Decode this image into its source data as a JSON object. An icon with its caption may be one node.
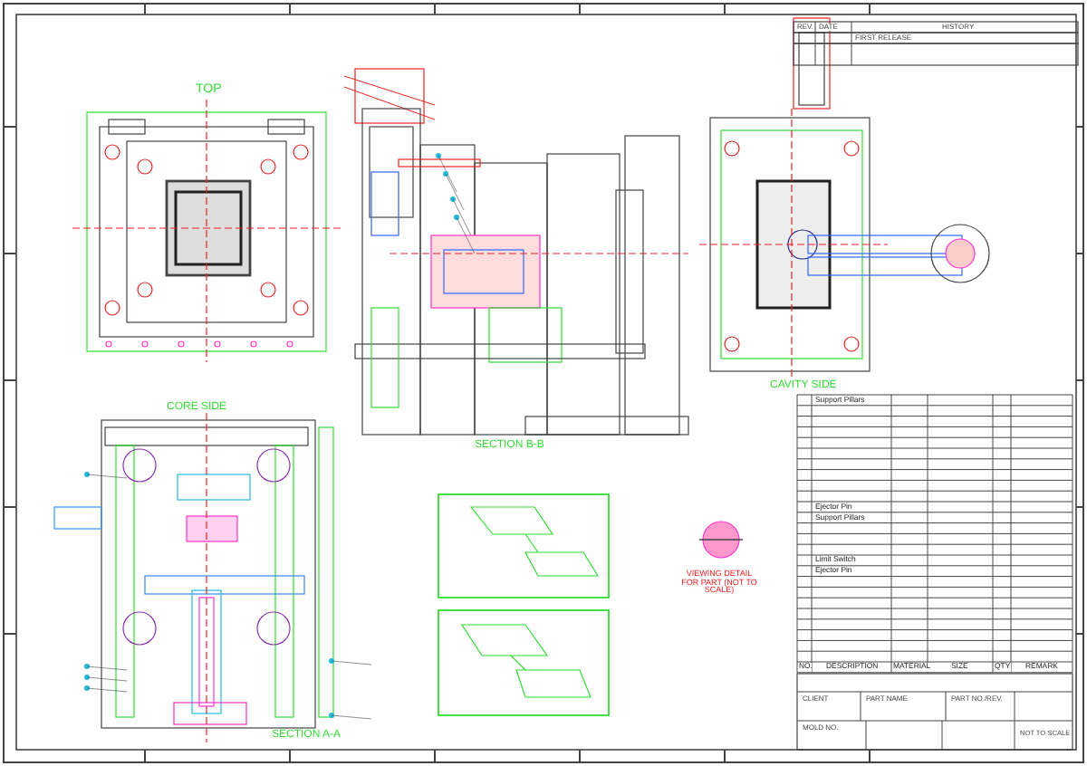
{
  "diagram": {
    "labels": [
      "TOP",
      "CORE SIDE",
      "SECTION A-A",
      "SECTION B-B",
      "CAVITY SIDE",
      "REV.",
      "DATE",
      "HISTORY",
      "FIRST RELEASE",
      "VIEWING DETAIL FOR PART (NOT TO SCALE)",
      "Support Pillars",
      "Ejector Pin",
      "Support Pillars",
      "Limit Switch",
      "Ejector Pin",
      "NO.",
      "DESCRIPTION",
      "MATERIAL",
      "SIZE",
      "QTY",
      "REMARK",
      "CLIENT",
      "PART NAME",
      "PART NO./REV.",
      "MOLD NO.",
      "NOT TO SCALE"
    ]
  }
}
